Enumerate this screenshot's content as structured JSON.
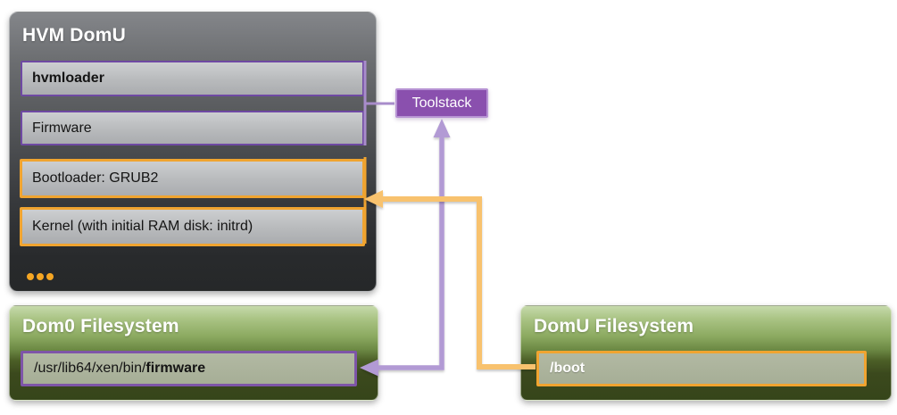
{
  "diagram": {
    "hvm_domu": {
      "title": "HVM DomU",
      "items": [
        {
          "label": "hvmloader",
          "accent": "purple",
          "bold": true
        },
        {
          "label": "Firmware",
          "accent": "purple",
          "bold": false
        },
        {
          "label": "Bootloader: GRUB2",
          "accent": "orange",
          "bold": false
        },
        {
          "label": "Kernel (with initial RAM disk: initrd)",
          "accent": "orange",
          "bold": false
        }
      ],
      "more_icon": "ellipsis-icon"
    },
    "toolstack": {
      "label": "Toolstack"
    },
    "dom0_filesystem": {
      "title": "Dom0 Filesystem",
      "path_prefix": "/usr/lib64/xen/bin/",
      "path_emphasis": "firmware"
    },
    "domu_filesystem": {
      "title": "DomU Filesystem",
      "path": "/boot"
    },
    "colors": {
      "purple_accent": "#6f49a3",
      "purple_bracket": "#a88cca",
      "purple_line": "#b29ad4",
      "orange_accent": "#f0a430",
      "orange_line": "#f8c26e",
      "toolstack_fill": "#8a50ae",
      "toolstack_border": "#b793d4",
      "dark_panel": "#2a2c2e",
      "green_panel_dark": "#3a481d",
      "path_box_fill": "#a9b099"
    }
  }
}
